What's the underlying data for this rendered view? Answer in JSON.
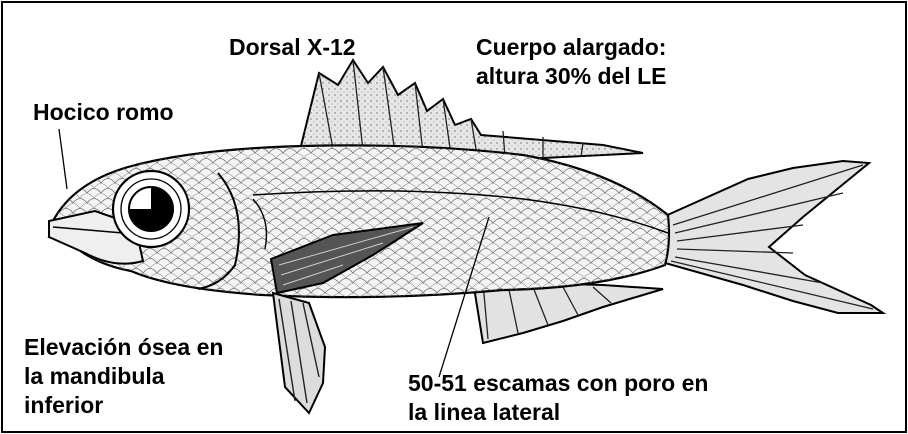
{
  "labels": {
    "dorsal": [
      "Dorsal X-12"
    ],
    "cuerpo": [
      "Cuerpo alargado:",
      "altura 30% del LE"
    ],
    "hocico": [
      "Hocico romo"
    ],
    "elevacion": [
      "Elevación ósea en",
      "la mandibula",
      "inferior"
    ],
    "escamas": [
      "50-51 escamas con poro en",
      "la linea lateral"
    ]
  },
  "colors": {
    "ink": "#000000",
    "body": "#f4f4f4",
    "fin": "#dedede",
    "background": "#ffffff"
  }
}
